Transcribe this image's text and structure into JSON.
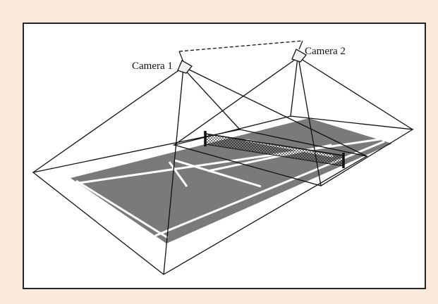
{
  "figure": {
    "background_color": "#fcebdd",
    "panel_color": "#ffffff",
    "court_color": "#7a7a7a",
    "court_line_color": "#ffffff",
    "ink_color": "#111111"
  },
  "cameras": [
    {
      "id": "camera-1",
      "label": "Camera 1"
    },
    {
      "id": "camera-2",
      "label": "Camera 2"
    }
  ],
  "connector": {
    "style": "dashed"
  },
  "net": {
    "style": "mesh"
  }
}
